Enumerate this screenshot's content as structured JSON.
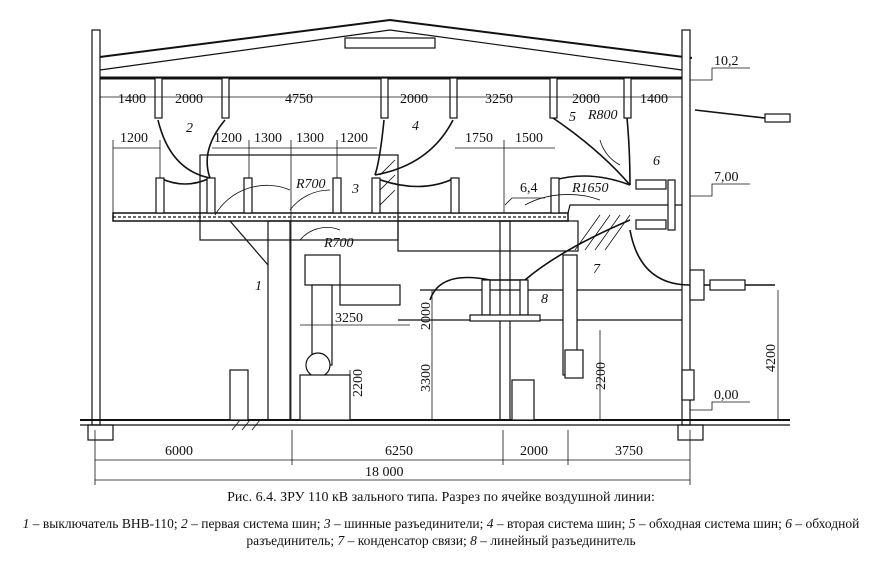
{
  "figure": {
    "caption_title": "Рис. 6.4. ЗРУ 110 кВ зального типа. Разрез по ячейке воздушной линии:",
    "legend": [
      {
        "num": "1",
        "text": " – выключатель ВНВ-110; "
      },
      {
        "num": "2",
        "text": " – первая система шин; "
      },
      {
        "num": "3",
        "text": " – шинные разъединители; "
      },
      {
        "num": "4",
        "text": " – вторая система шин; "
      },
      {
        "num": "5",
        "text": " – обходная система шин; "
      },
      {
        "num": "6",
        "text": " – обходной разъединитель; "
      },
      {
        "num": "7",
        "text": " – конденсатор связи; "
      },
      {
        "num": "8",
        "text": " – линейный разъединитель"
      }
    ]
  },
  "dimensions": {
    "top_row": [
      "1400",
      "2000",
      "4750",
      "2000",
      "3250",
      "2000",
      "1400"
    ],
    "second_row": [
      "1200",
      "1200",
      "1300",
      "1300",
      "1200",
      "1750",
      "1500"
    ],
    "bottom_row": [
      "6000",
      "6250",
      "2000",
      "3750"
    ],
    "total": "18 000",
    "vertical": {
      "d2000": "2000",
      "d3300": "3300",
      "d2200_left": "2200",
      "d2200_right": "2200",
      "d4200": "4200"
    },
    "h3250": "3250",
    "level_6_4": "6,4"
  },
  "elevations": {
    "roof": "10,2",
    "bypass": "7,00",
    "ground": "0,00"
  },
  "radii": {
    "r700_a": "R700",
    "r700_b": "R700",
    "r1650": "R1650",
    "r800": "R800"
  },
  "callouts": [
    "1",
    "2",
    "3",
    "4",
    "5",
    "6",
    "7",
    "8"
  ]
}
